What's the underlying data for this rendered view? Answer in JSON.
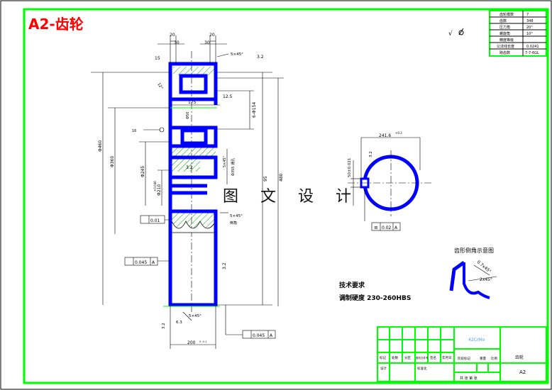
{
  "drawing": {
    "title": "A2-齿轮",
    "watermark": "图 文 设 计",
    "colors": {
      "frame": "#00ff00",
      "outline": "#0000ff",
      "dim": "#000000",
      "title_red": "#ff0000",
      "hatch": "#00a000",
      "tooth": "#6ab0ff"
    }
  },
  "param_table": {
    "rows": [
      {
        "name": "齿轮模数",
        "value": "7"
      },
      {
        "name": "齿数",
        "value": "348"
      },
      {
        "name": "压力角",
        "value": "20°"
      },
      {
        "name": "螺旋角",
        "value": "10°"
      },
      {
        "name": "精度等级",
        "value": ""
      },
      {
        "name": "公法线长度",
        "value": "0.0241"
      },
      {
        "name": "跨齿数",
        "value": "7-7-6GL"
      }
    ]
  },
  "dimensions": {
    "top_left_30": "30",
    "top_20_a": "20",
    "top_20_b": "20",
    "top_30_right": "30",
    "chamfer_top": "5×45°",
    "roughness_top": "3.2",
    "left_15": "15",
    "angle_12": "12°",
    "d460": "Φ460",
    "d360": "Φ360",
    "d175": "175",
    "d12_5": "12.5",
    "six_d154": "6-Φ154",
    "d50": "Φ50",
    "d16": "16",
    "d245": "Φ245",
    "d210": "Φ210",
    "d210_tol": "+0.046",
    "roughness_mid": "3.2",
    "chamfer_mid": "5×45°",
    "d355_note": "Φ355 通孔",
    "flatness": "0.01",
    "chamfer_lower": "5×45°",
    "lower_note": "倒角",
    "runout_left": "0.045",
    "datum_A": "A",
    "roughness_right": "3.2",
    "total_95": "95",
    "total_480": "480",
    "bottom_chamfer": "5×45°",
    "roughness_bot_a": "3.2",
    "roughness_bot_b": "6.3",
    "width_200": "200",
    "width_tol": "0 -0.1",
    "runout_bottom": "0.045",
    "keyway_width": "241.6",
    "keyway_tol": "+0.3",
    "keyway_depth": "50±0.021",
    "keyway_rough": "3.2",
    "symmetry": "0.02",
    "roughness_symbol": "√"
  },
  "tooth_detail": {
    "title": "齿形倒角示意图",
    "dim1": "0.7x45°",
    "dim2": "2x45°"
  },
  "tech_requirements": {
    "heading": "技术要求",
    "line1": "调制硬度 230-260HBS"
  },
  "title_block": {
    "material": "42CrMo",
    "part_name": "齿轮",
    "drawing_no": "A2",
    "row_labels": [
      "标记",
      "处数",
      "分区",
      "更改文件号",
      "签名",
      "年月日"
    ],
    "sub_labels": [
      "设计",
      "标准化",
      "阶段标记",
      "重量",
      "比例"
    ],
    "footer": "共 张 第 张"
  }
}
